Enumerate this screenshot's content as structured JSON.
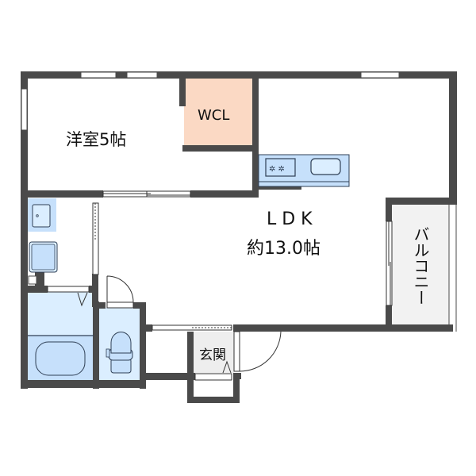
{
  "floor_plan": {
    "colors": {
      "wall": "#4a4a4a",
      "background": "#ffffff",
      "wcl_fill": "#fbd9c4",
      "wet_area_light": "#dbeeff",
      "wet_area_mid": "#c6e0fb",
      "balcony_fill": "#f2f2f2",
      "entrance_fill": "#eeeeee",
      "fixture_stroke": "#2f3f55"
    },
    "rooms": {
      "western_room": {
        "label": "洋室5帖"
      },
      "wcl": {
        "label": "WCL"
      },
      "ldk": {
        "label": "L D K",
        "area": "約13.0帖"
      },
      "balcony": {
        "label": "バルコニー"
      },
      "entrance": {
        "label": "玄関"
      },
      "bathroom": {
        "label": ""
      },
      "toilet": {
        "label": ""
      },
      "washroom": {
        "label": ""
      }
    }
  }
}
